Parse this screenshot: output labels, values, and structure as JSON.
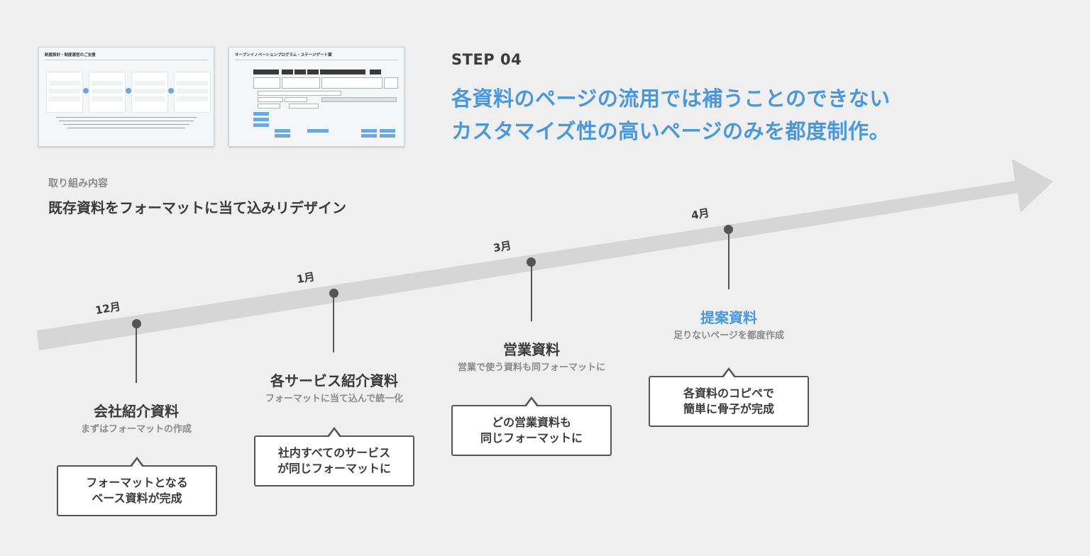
{
  "step_label": "STEP 04",
  "headline": {
    "line1": "各資料のページの流用では補うことのできない",
    "line2": "カスタマイズ性の高いページのみを都度制作。"
  },
  "section": {
    "label": "取り組み内容",
    "title": "既存資料をフォーマットに当て込みリデザイン"
  },
  "thumbnails": [
    {
      "title": "制度設計・制度運営のご支援"
    },
    {
      "title": "オープンイノベーションプログラム・ステージゲート案"
    }
  ],
  "milestones": [
    {
      "month": "12月",
      "title": "会社紹介資料",
      "subtitle": "まずはフォーマットの作成",
      "bubble": "フォーマットとなる\nベース資料が完成",
      "highlight": false
    },
    {
      "month": "1月",
      "title": "各サービス紹介資料",
      "subtitle": "フォーマットに当て込んで統一化",
      "bubble": "社内すべてのサービス\nが同じフォーマットに",
      "highlight": false
    },
    {
      "month": "3月",
      "title": "営業資料",
      "subtitle": "営業で使う資料も同フォーマットに",
      "bubble": "どの営業資料も\n同じフォーマットに",
      "highlight": false
    },
    {
      "month": "4月",
      "title": "提案資料",
      "subtitle": "足りないページを都度作成",
      "bubble": "各資料のコピペで\n簡単に骨子が完成",
      "highlight": true
    }
  ],
  "colors": {
    "accent": "#4a97dc",
    "text": "#3a3a3a",
    "muted": "#8a8a8a",
    "arrow": "#d6d6d6",
    "background": "#efefef"
  }
}
